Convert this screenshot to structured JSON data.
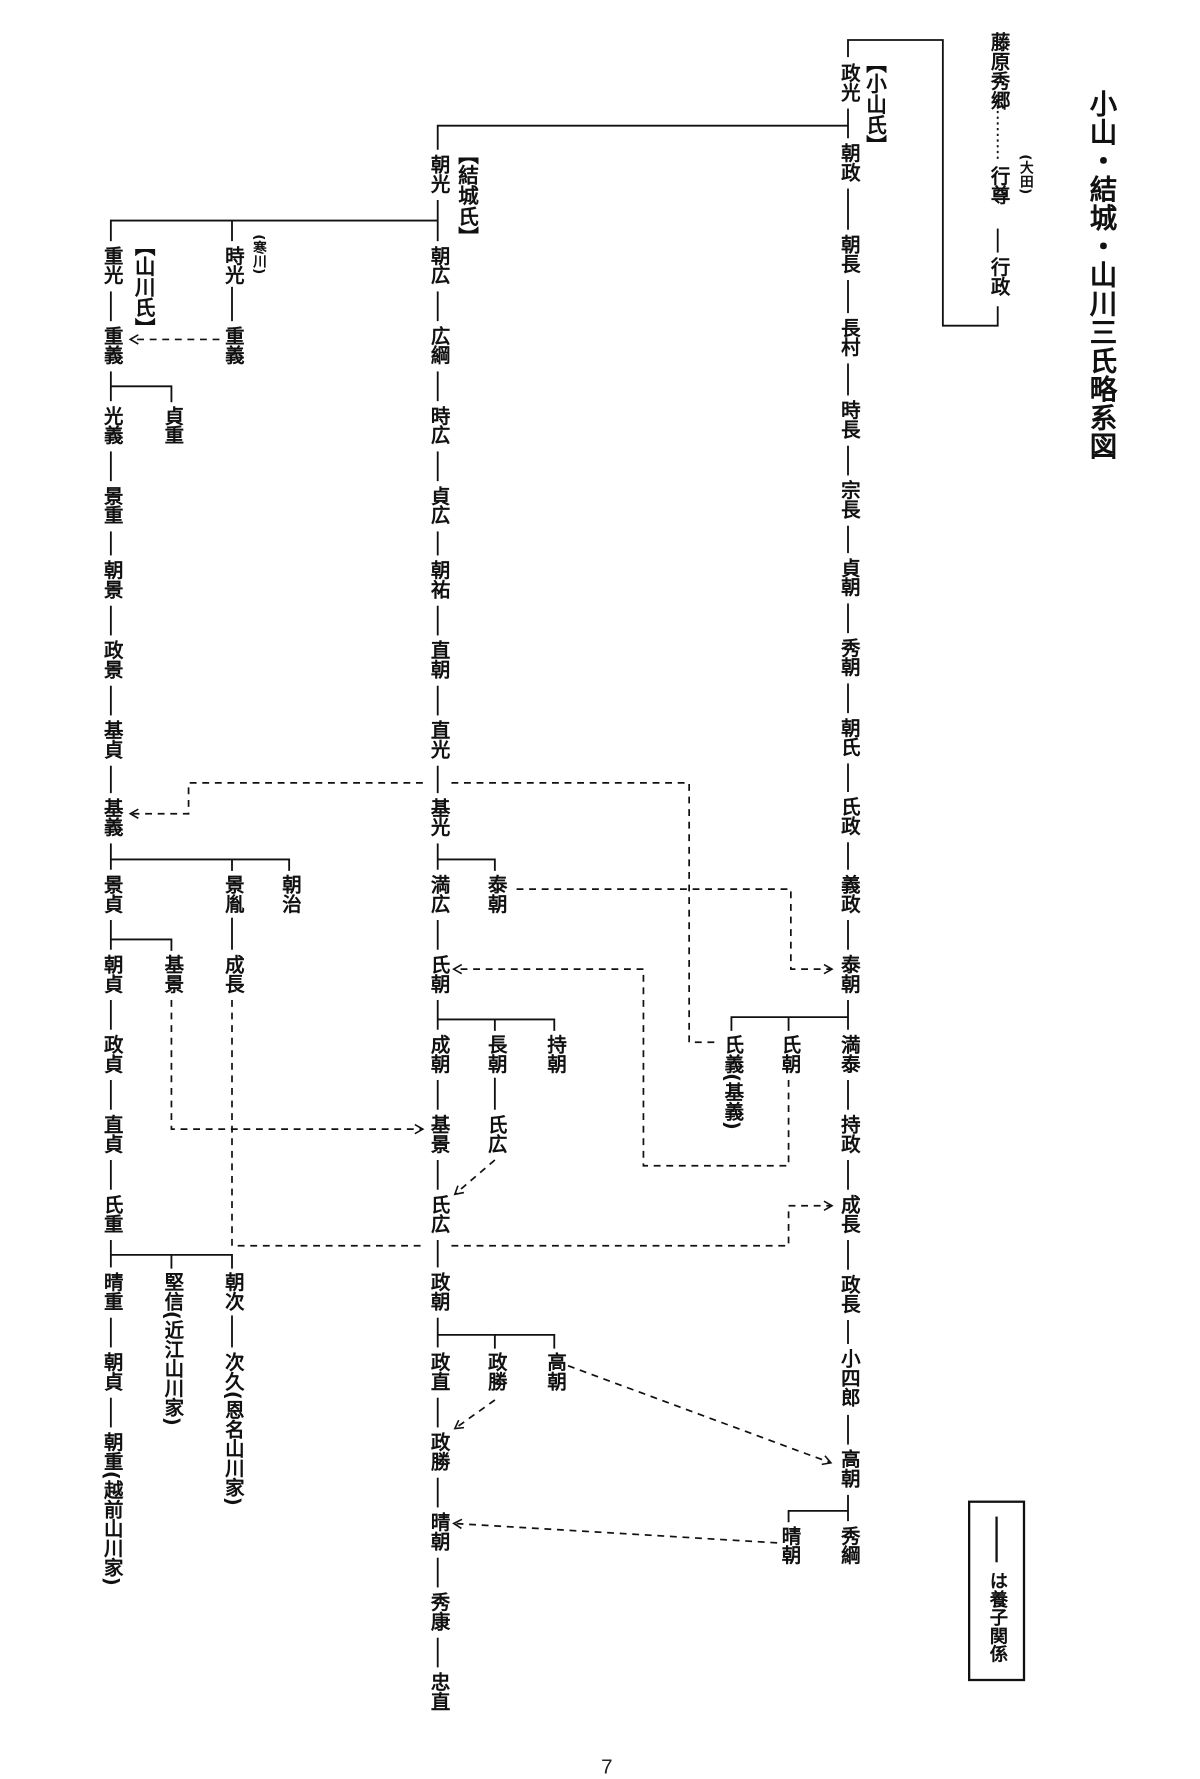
{
  "title": "小山・結城・山川三氏略系図",
  "page_number": "7",
  "legend": "は養子関係",
  "clans": {
    "oyama": "【小山氏】",
    "yuki": "【結城氏】",
    "yamakawa": "【山川氏】"
  },
  "fujiwara": [
    "藤原秀郷",
    "行尊",
    "行政"
  ],
  "ota_note": "(大田)",
  "oyama": [
    "政光",
    "朝政",
    "朝長",
    "長村",
    "時長",
    "宗長",
    "貞朝",
    "秀朝",
    "朝氏",
    "氏政",
    "義政",
    "泰朝",
    "満泰",
    "持政",
    "成長",
    "政長",
    "小四郎",
    "高朝",
    "秀綱"
  ],
  "oyama_branches": [
    "氏義(基義)",
    "氏朝",
    "晴朝"
  ],
  "yuki": [
    "朝光",
    "朝広",
    "広綱",
    "時広",
    "貞広",
    "朝祐",
    "直朝",
    "直光",
    "基光",
    "満広",
    "氏朝",
    "成朝",
    "基景",
    "氏広",
    "政朝",
    "政直",
    "政勝",
    "晴朝",
    "秀康",
    "忠直"
  ],
  "yuki_branches": [
    "泰朝",
    "長朝",
    "持朝",
    "氏広",
    "政勝",
    "高朝"
  ],
  "yamakawa": [
    "重光",
    "重義",
    "光義",
    "景重",
    "朝景",
    "政景",
    "基貞",
    "基義",
    "景貞",
    "朝貞",
    "政貞",
    "直貞",
    "氏重",
    "晴重",
    "朝貞",
    "朝重(越前山川家)"
  ],
  "yamakawa_branches": [
    "時光",
    "(寒川)",
    "重義",
    "貞重",
    "景胤",
    "朝治",
    "基景",
    "成長",
    "堅信(近江山川家)",
    "朝次",
    "次久(恩名山川家)"
  ]
}
